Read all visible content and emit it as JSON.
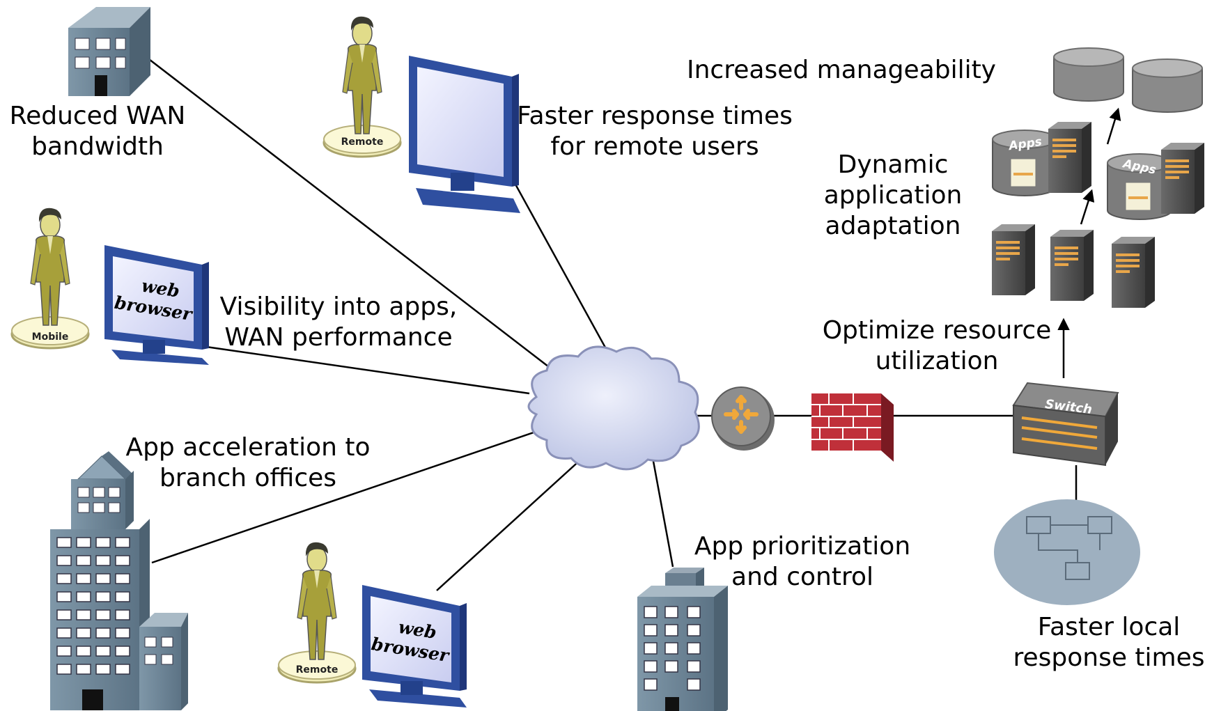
{
  "labels": {
    "reduced_wan": [
      "Reduced WAN",
      "bandwidth"
    ],
    "faster_remote": [
      "Faster response times",
      "for remote users"
    ],
    "increased_manageability": [
      "Increased manageability"
    ],
    "dynamic_app": [
      "Dynamic",
      "application",
      "adaptation"
    ],
    "visibility": [
      "Visibility into apps,",
      "WAN performance"
    ],
    "optimize": [
      "Optimize resource",
      "utilization"
    ],
    "app_acceleration": [
      "App acceleration to",
      "branch offices"
    ],
    "app_prioritization": [
      "App prioritization",
      "and control"
    ],
    "faster_local": [
      "Faster local",
      "response times"
    ]
  },
  "badges": {
    "remote_top": "Remote",
    "mobile": "Mobile",
    "remote_bottom": "Remote"
  },
  "screens": {
    "web_browser_left": [
      "web",
      "browser"
    ],
    "web_browser_bottom": [
      "web",
      "browser"
    ]
  },
  "devices": {
    "switch": "Switch",
    "apps_1": "Apps",
    "apps_2": "Apps"
  },
  "colors": {
    "building": "#6f8798",
    "cloud": "#cdd3ec",
    "firewall": "#c0303a",
    "router": "#8e8e8e",
    "person": "#b2b24a",
    "monitor_frame": "#2f4fa0"
  }
}
